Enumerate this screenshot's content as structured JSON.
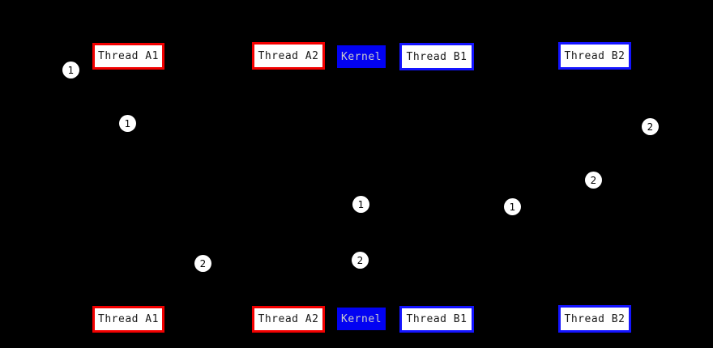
{
  "diagram": {
    "type": "sequence-diagram",
    "colors": {
      "background": "#000000",
      "red": "#f20000",
      "blue": "#1414ff",
      "kernel_fill": "#0202f2",
      "kernel_text": "#cccccc",
      "box_bg": "#ffffff",
      "box_text": "#1a1a1a",
      "marker_bg": "#ffffff",
      "marker_text": "#000000"
    },
    "actors": [
      {
        "label": "Thread A1",
        "style": "red-outline"
      },
      {
        "label": "Thread A2",
        "style": "red-outline"
      },
      {
        "label": "Kernel",
        "style": "blue-solid"
      },
      {
        "label": "Thread B1",
        "style": "blue-outline"
      },
      {
        "label": "Thread B2",
        "style": "blue-outline"
      }
    ],
    "markers": [
      {
        "label": "1",
        "near": "thread-a1-top-left"
      },
      {
        "label": "1",
        "near": "thread-a1-lifeline"
      },
      {
        "label": "2",
        "near": "thread-b2-right"
      },
      {
        "label": "2",
        "near": "thread-b2-lifeline"
      },
      {
        "label": "1",
        "near": "kernel-lifeline-upper"
      },
      {
        "label": "1",
        "near": "between-b1-b2"
      },
      {
        "label": "2",
        "near": "kernel-lifeline-lower"
      },
      {
        "label": "2",
        "near": "between-a1-a2"
      }
    ]
  }
}
